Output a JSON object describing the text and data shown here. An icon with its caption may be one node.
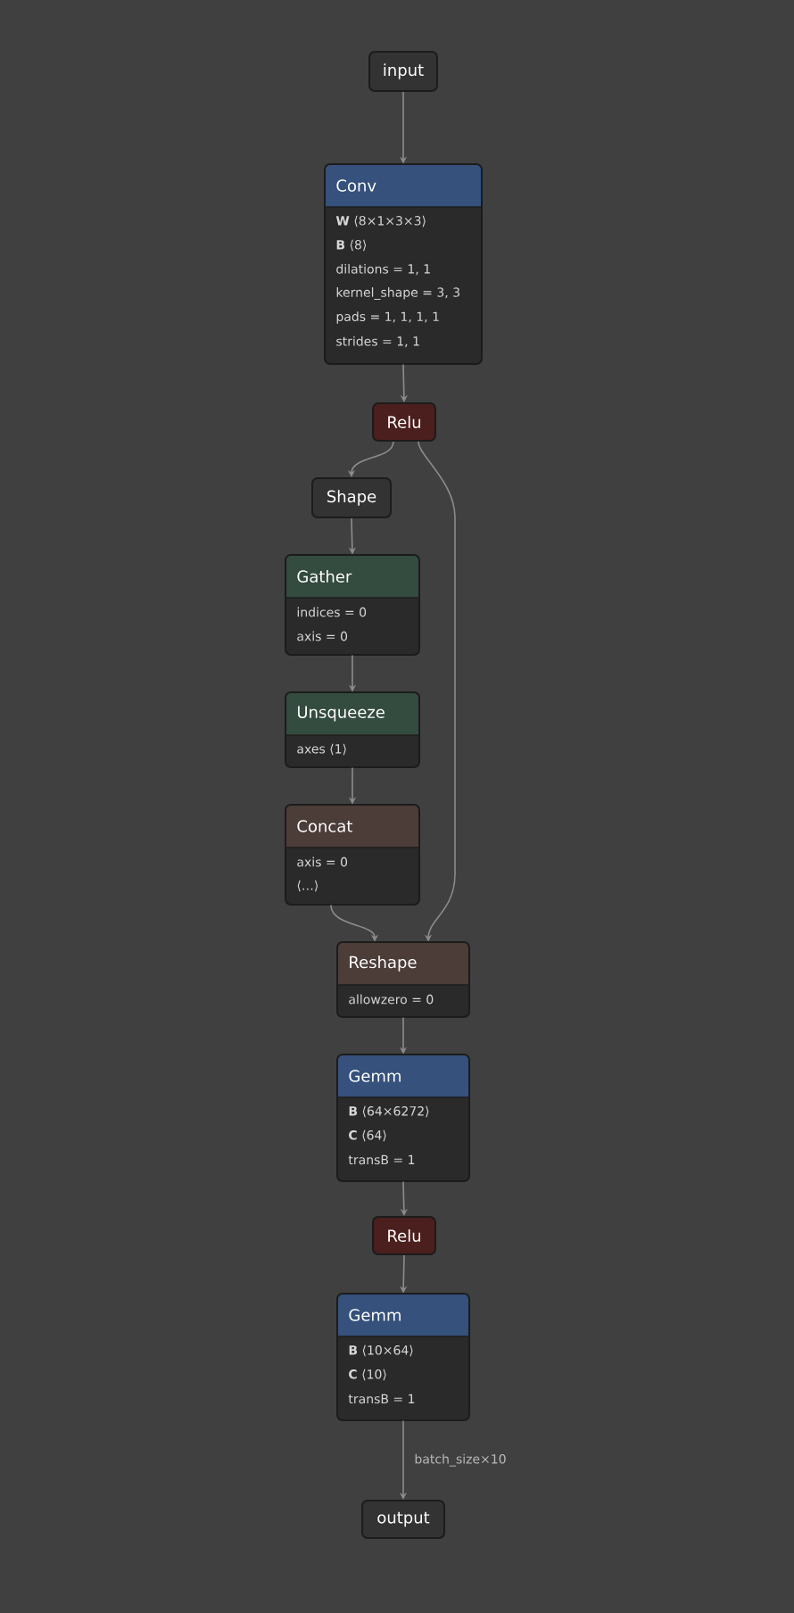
{
  "diagram": {
    "nodes": [
      {
        "text": [
          "input"
        ]
      },
      {
        "text": [
          "Conv",
          "**W** ⟨8×1×3×3⟩",
          "**B** ⟨8⟩",
          "dilations = 1, 1",
          "kernel_shape = 3, 3",
          "pads = 1, 1, 1, 1",
          "strides = 1, 1"
        ]
      },
      {
        "text": [
          "Relu"
        ]
      },
      {
        "text": [
          "Shape"
        ]
      },
      {
        "text": [
          "Gather",
          "indices = 0",
          "axis = 0"
        ]
      },
      {
        "text": [
          "Unsqueeze",
          "axes ⟨1⟩"
        ]
      },
      {
        "text": [
          "Concat",
          "axis = 0",
          "⟨…⟩"
        ]
      },
      {
        "text": [
          "Reshape",
          "allowzero = 0"
        ]
      },
      {
        "text": [
          "Gemm",
          "**B** ⟨64×6272⟩",
          "**C** ⟨64⟩",
          "transB = 1"
        ]
      },
      {
        "text": [
          "Relu"
        ]
      },
      {
        "text": [
          "Gemm",
          "**B** ⟨10×64⟩",
          "**C** ⟨10⟩",
          "transB = 1"
        ]
      },
      {
        "text": [
          "output"
        ]
      }
    ],
    "edges": [
      {
        "from": 0,
        "to": 1,
        "arrow": "to"
      },
      {
        "from": 1,
        "to": 2,
        "arrow": "to"
      },
      {
        "from": 2,
        "to": 3,
        "arrow": "to"
      },
      {
        "from": 3,
        "to": 4,
        "arrow": "to"
      },
      {
        "from": 4,
        "to": 5,
        "arrow": "to"
      },
      {
        "from": 5,
        "to": 6,
        "arrow": "to"
      },
      {
        "from": 6,
        "to": 7,
        "arrow": "to"
      },
      {
        "from": 2,
        "to": 7,
        "arrow": "to"
      },
      {
        "from": 7,
        "to": 8,
        "arrow": "to"
      },
      {
        "from": 8,
        "to": 9,
        "arrow": "to"
      },
      {
        "from": 9,
        "to": 10,
        "arrow": "to"
      },
      {
        "from": 10,
        "to": 11,
        "arrow": "to",
        "label": "batch_size×10"
      }
    ]
  }
}
